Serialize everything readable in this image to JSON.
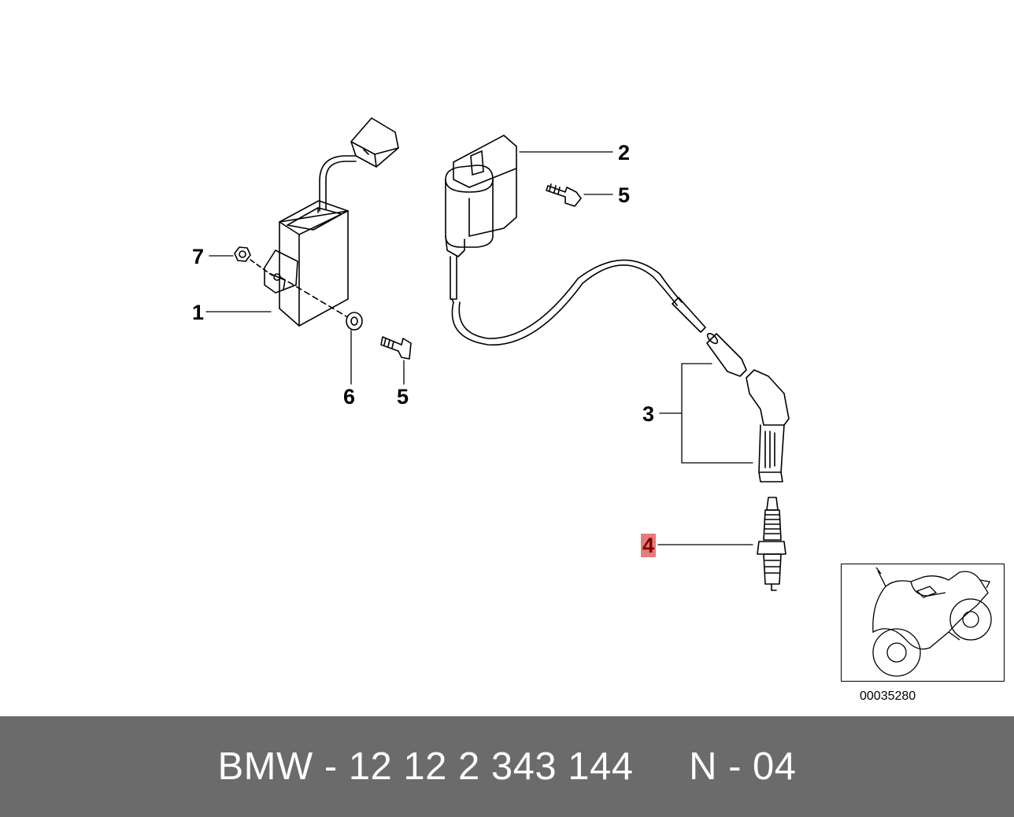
{
  "callouts": {
    "c7": "7",
    "c1": "1",
    "c6": "6",
    "c5a": "5",
    "c2": "2",
    "c5b": "5",
    "c3": "3",
    "c4": "4"
  },
  "reference_number": "00035280",
  "footer": {
    "brand": "BMW",
    "separator": " - ",
    "part_number": "12 12 2 343 144",
    "gap": "     ",
    "code": "N - 04"
  },
  "colors": {
    "footer_bg": "#6b6b6b",
    "highlight": "#e87a7a",
    "line": "#000000"
  }
}
